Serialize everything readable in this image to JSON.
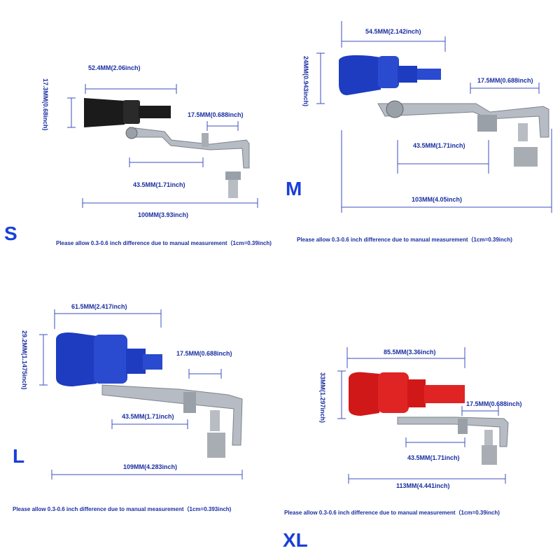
{
  "colors": {
    "dimension_text": "#1a2fa0",
    "size_letter": "#1a3fd8",
    "dimension_line": "#3c4fbf",
    "tip_s": "#1b1b1b",
    "tip_m": "#1e3cc0",
    "tip_l": "#1e3cc0",
    "tip_xl": "#d01818",
    "bracket": "#b7bcc4"
  },
  "panels": {
    "s": {
      "size_label": "S",
      "length": "52.4MM(2.06inch)",
      "diameter": "17.3MM(0.68inch)",
      "outlet": "17.5MM(0.688inch)",
      "bracket": "43.5MM(1.71inch)",
      "total": "100MM(3.93inch)",
      "note": "Please allow 0.3-0.6 inch difference due to manual measurement（1cm=0.39inch)"
    },
    "m": {
      "size_label": "M",
      "length": "54.5MM(2.142inch)",
      "diameter": "24MM(0.943inch)",
      "outlet": "17.5MM(0.688inch)",
      "bracket": "43.5MM(1.71inch)",
      "total": "103MM(4.05inch)",
      "note": "Please allow 0.3-0.6 inch difference due to manual measurement（1cm=0.39inch)"
    },
    "l": {
      "size_label": "L",
      "length": "61.5MM(2.417inch)",
      "diameter": "29.2MM(1.1475inch)",
      "outlet": "17.5MM(0.688inch)",
      "bracket": "43.5MM(1.71inch)",
      "total": "109MM(4.283inch)",
      "note": "Please allow 0.3-0.6 inch difference due to manual measurement（1cm=0.393inch)"
    },
    "xl": {
      "size_label": "XL",
      "length": "85.5MM(3.36inch)",
      "diameter": "33MM(1.297inch)",
      "outlet": "17.5MM(0.688inch)",
      "bracket": "43.5MM(1.71inch)",
      "total": "113MM(4.441inch)",
      "note": "Please allow 0.3-0.6 inch difference due to manual measurement（1cm=0.39inch)"
    }
  }
}
